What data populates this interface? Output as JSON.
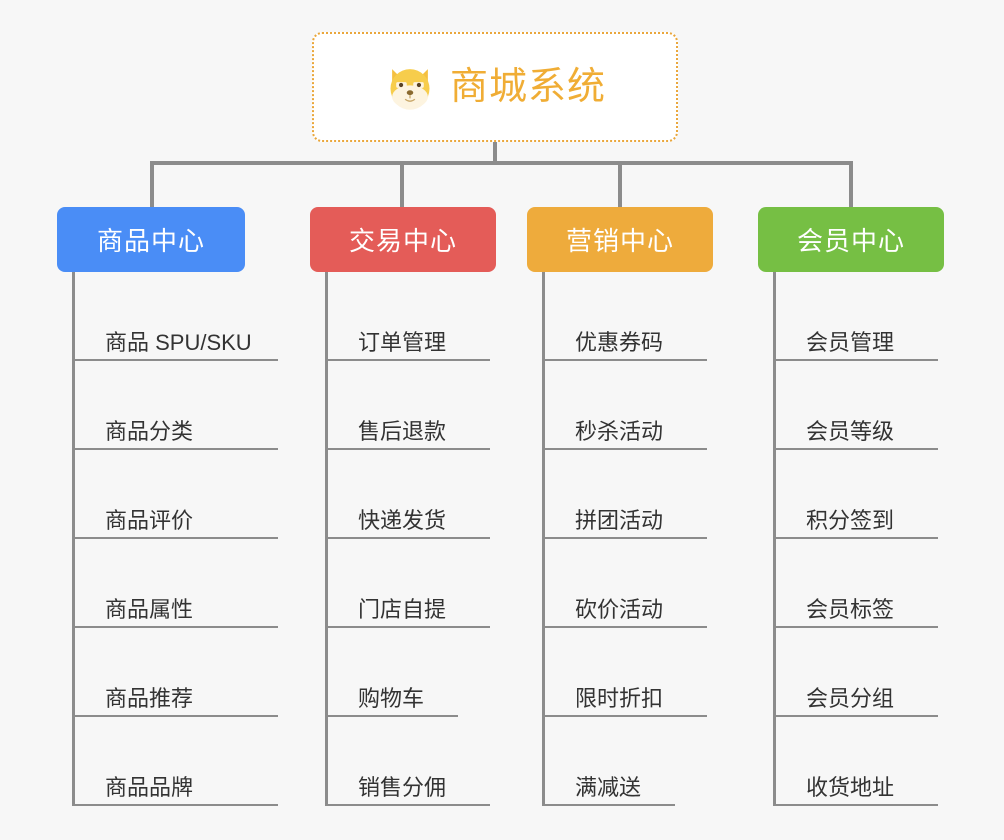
{
  "diagram": {
    "type": "mindmap",
    "background_color": "#f7f7f7",
    "root": {
      "title": "商城系统",
      "icon": "shiba-dog-face-icon",
      "border_color": "#eaa73c",
      "text_color": "#f0ad35"
    },
    "branches": [
      {
        "label": "商品中心",
        "color": "#4a8df6",
        "items": [
          "商品 SPU/SKU",
          "商品分类",
          "商品评价",
          "商品属性",
          "商品推荐",
          "商品品牌"
        ]
      },
      {
        "label": "交易中心",
        "color": "#e45c58",
        "items": [
          "订单管理",
          "售后退款",
          "快递发货",
          "门店自提",
          "购物车",
          "销售分佣"
        ]
      },
      {
        "label": "营销中心",
        "color": "#eeab3c",
        "items": [
          "优惠券码",
          "秒杀活动",
          "拼团活动",
          "砍价活动",
          "限时折扣",
          "满减送"
        ]
      },
      {
        "label": "会员中心",
        "color": "#76bf44",
        "items": [
          "会员管理",
          "会员等级",
          "积分签到",
          "会员标签",
          "会员分组",
          "收货地址"
        ]
      }
    ]
  }
}
